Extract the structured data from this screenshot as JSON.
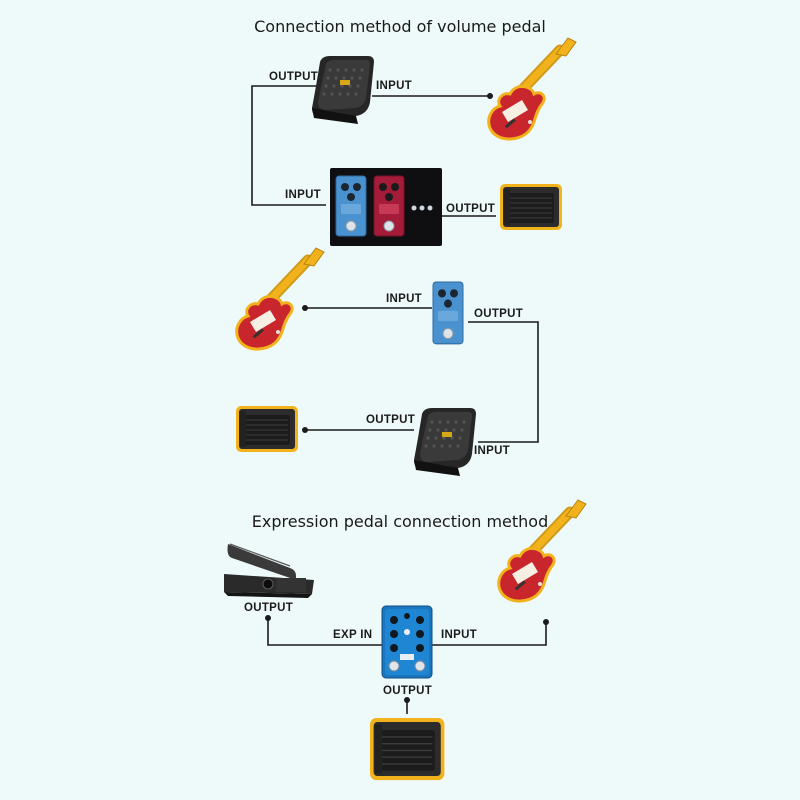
{
  "sections": {
    "volume": {
      "title": "Connection method of volume pedal"
    },
    "expression": {
      "title": "Expression pedal connection method"
    }
  },
  "labels": {
    "d1_pedal_output": "OUTPUT",
    "d1_pedal_input": "INPUT",
    "d1_board_input": "INPUT",
    "d1_board_output": "OUTPUT",
    "d2_effect_input": "INPUT",
    "d2_effect_output": "OUTPUT",
    "d2_amp_output": "OUTPUT",
    "d2_pedal_input": "INPUT",
    "d3_exp_output": "OUTPUT",
    "d3_exp_in": "EXP IN",
    "d3_input": "INPUT",
    "d3_output": "OUTPUT"
  },
  "colors": {
    "amp_trim": "#f2b21c",
    "guitar_body": "#c8262c",
    "guitar_neck": "#f2b21c",
    "blue_pedal": "#4a92cf",
    "red_pedal": "#a51c3a",
    "dark_pedal": "#2a2a2a"
  }
}
